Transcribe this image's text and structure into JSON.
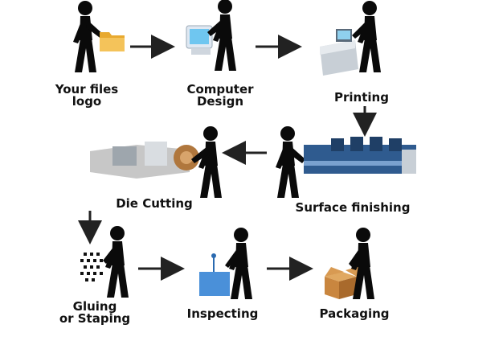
{
  "colors": {
    "figure": "#0a0a0a",
    "arrow": "#222222",
    "folder": "#f4c35a",
    "machine_metal": "#c8cfd6",
    "press_blue": "#2f5b8f",
    "inspect_box": "#4a90d9",
    "carton": "#c9863f",
    "die_cutter": "#b9b9b9"
  },
  "steps": [
    {
      "id": "files",
      "icon": "folder-icon",
      "label_lines": [
        "Your files",
        "logo"
      ]
    },
    {
      "id": "design",
      "icon": "computer-icon",
      "label_lines": [
        "Computer",
        "Design"
      ]
    },
    {
      "id": "printing",
      "icon": "printer-icon",
      "label_lines": [
        "Printing"
      ]
    },
    {
      "id": "surface",
      "icon": "offset-press-icon",
      "label_lines": [
        "Surface finishing"
      ]
    },
    {
      "id": "diecut",
      "icon": "die-cutting-machine-icon",
      "label_lines": [
        "Die Cutting"
      ]
    },
    {
      "id": "gluing",
      "icon": "glue-dots-icon",
      "label_lines": [
        "Gluing",
        "or Staping"
      ]
    },
    {
      "id": "inspect",
      "icon": "inspection-box-icon",
      "label_lines": [
        "Inspecting"
      ]
    },
    {
      "id": "packaging",
      "icon": "cardboard-box-icon",
      "label_lines": [
        "Packaging"
      ]
    }
  ]
}
